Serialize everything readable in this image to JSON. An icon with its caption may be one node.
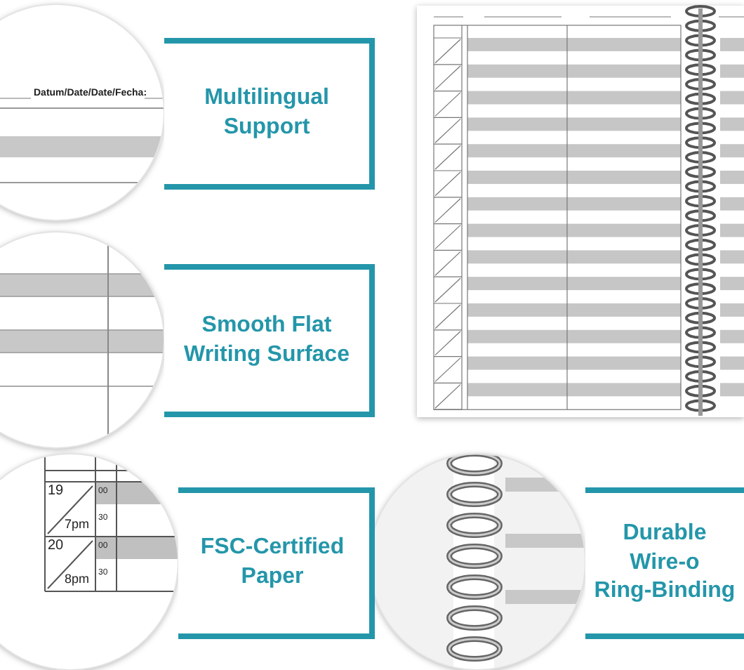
{
  "diagram": {
    "nodes": [
      {
        "text": [
          "Multilingual Support"
        ]
      },
      {
        "text": [
          "Smooth Flat Writing Surface"
        ]
      },
      {
        "text": [
          "FSC-Certified Paper"
        ]
      },
      {
        "text": [
          "Durable Wire-o Ring-Binding"
        ]
      }
    ],
    "labels": [
      "Datum/Date/Date/Fecha:",
      "19",
      "00",
      "7pm",
      "30",
      "20",
      "00",
      "8pm",
      "30"
    ]
  }
}
